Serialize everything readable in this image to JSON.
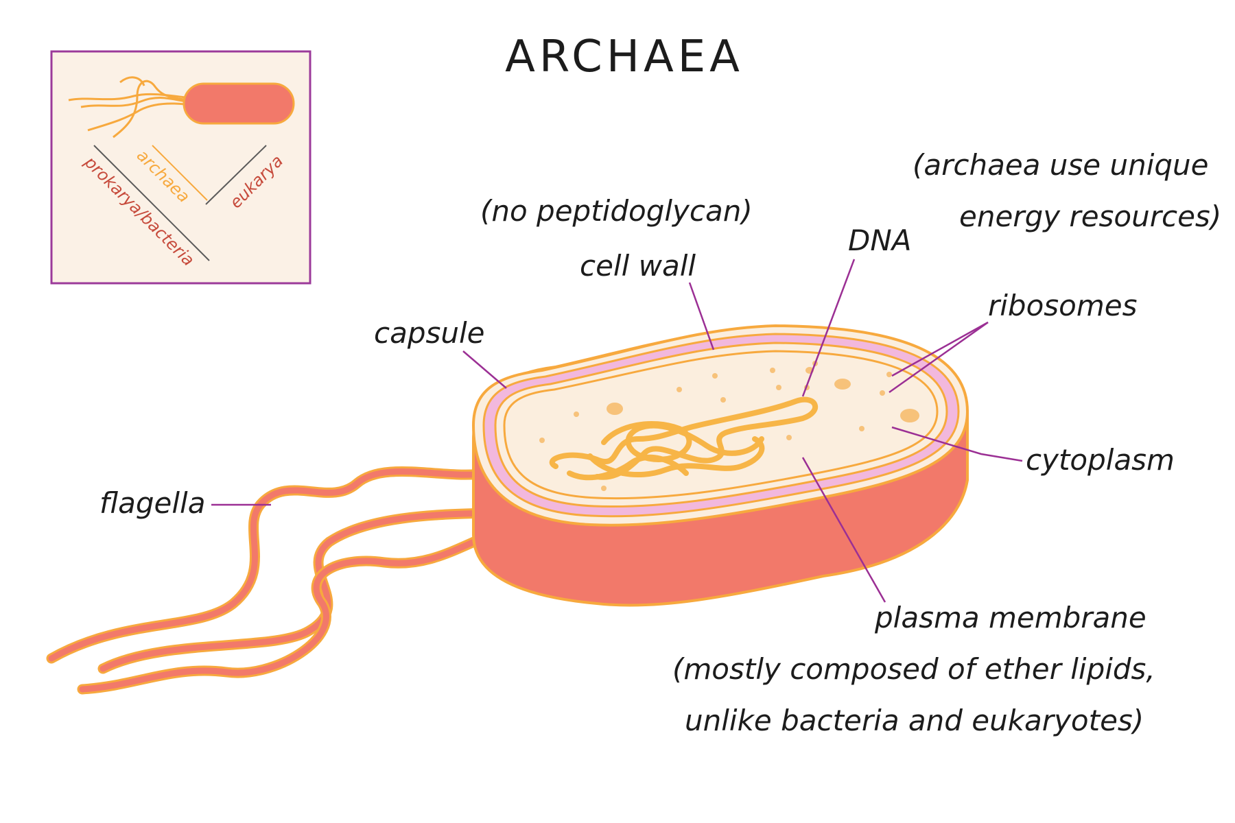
{
  "title": "ARCHAEA",
  "colors": {
    "cell_body": "#f2796a",
    "cell_outline": "#f7a93e",
    "membrane_pink": "#f2b8dd",
    "cytoplasm": "#fbeede",
    "dna": "#f7b547",
    "leader_line": "#9b2f94",
    "inset_border": "#9b3a9a",
    "inset_bg": "#fbf1e6",
    "archaea_branch": "#f7a93e",
    "prokarya_branch": "#c64a3b"
  },
  "labels": {
    "capsule": "capsule",
    "cell_wall_note": "(no peptidoglycan)",
    "cell_wall": "cell wall",
    "dna": "DNA",
    "energy_note_1": "(archaea use unique",
    "energy_note_2": "energy resources)",
    "ribosomes": "ribosomes",
    "cytoplasm": "cytoplasm",
    "flagella": "flagella",
    "plasma_membrane": "plasma membrane",
    "membrane_note_1": "(mostly composed of ether lipids,",
    "membrane_note_2": "unlike bacteria and eukaryotes)"
  },
  "inset": {
    "archaea": "archaea",
    "prokarya_bacteria": "prokarya/bacteria",
    "eukarya": "eukarya"
  }
}
